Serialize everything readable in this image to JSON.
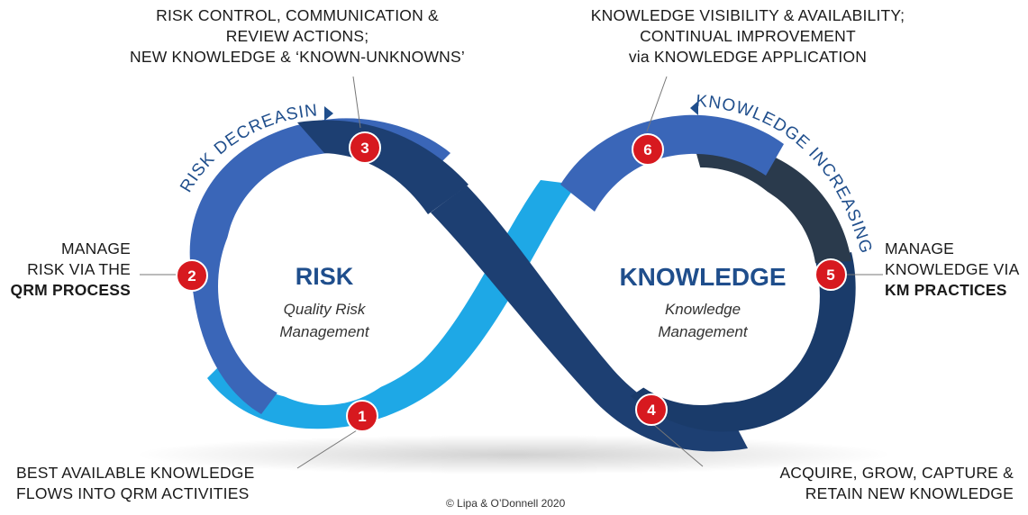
{
  "loop": {
    "left": {
      "title": "RISK",
      "subtitle_line1": "Quality Risk",
      "subtitle_line2": "Management"
    },
    "right": {
      "title": "KNOWLEDGE",
      "subtitle_line1": "Knowledge",
      "subtitle_line2": "Management"
    }
  },
  "arc_labels": {
    "risk": "RISK DECREASING",
    "knowledge": "KNOWLEDGE INCREASING"
  },
  "steps": [
    {
      "number": "1",
      "lines": [
        "BEST AVAILABLE KNOWLEDGE",
        "FLOWS INTO QRM ACTIVITIES"
      ]
    },
    {
      "number": "2",
      "lines": [
        "MANAGE",
        "RISK VIA THE",
        "QRM PROCESS"
      ]
    },
    {
      "number": "3",
      "lines": [
        "RISK CONTROL, COMMUNICATION &",
        "REVIEW ACTIONS;",
        "NEW KNOWLEDGE & ‘KNOWN-UNKNOWNS’"
      ]
    },
    {
      "number": "4",
      "lines": [
        "ACQUIRE, GROW, CAPTURE &",
        "RETAIN NEW KNOWLEDGE"
      ]
    },
    {
      "number": "5",
      "lines": [
        "MANAGE",
        "KNOWLEDGE VIA",
        "KM PRACTICES"
      ]
    },
    {
      "number": "6",
      "lines": [
        "KNOWLEDGE VISIBILITY & AVAILABILITY;",
        "CONTINUAL IMPROVEMENT",
        "via KNOWLEDGE APPLICATION"
      ]
    }
  ],
  "copyright": "© Lipa & O’Donnell 2020",
  "colors": {
    "light_blue": "#1ea8e6",
    "mid_blue": "#3a66b8",
    "dark_blue": "#1d3f72",
    "navy": "#14305a",
    "charcoal": "#2a3a4c",
    "badge_red": "#d7191f",
    "title_blue": "#1f4e8c"
  }
}
